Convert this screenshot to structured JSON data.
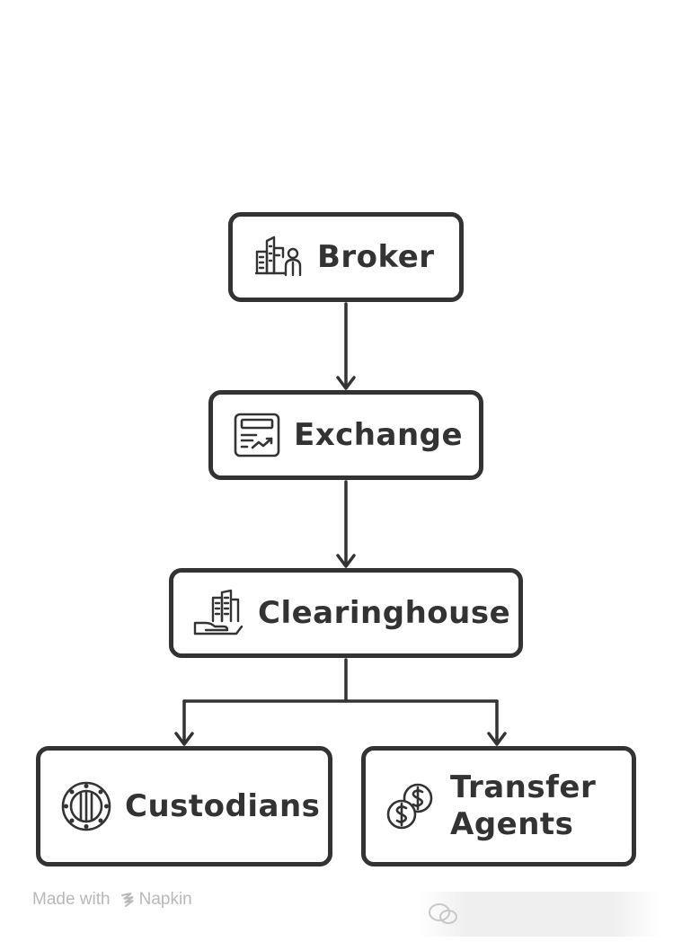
{
  "diagram": {
    "nodes": {
      "broker": {
        "label": "Broker",
        "icon": "broker-building-person-icon"
      },
      "exchange": {
        "label": "Exchange",
        "icon": "exchange-chart-document-icon"
      },
      "clearinghouse": {
        "label": "Clearinghouse",
        "icon": "clearinghouse-buildings-hand-icon"
      },
      "custodians": {
        "label": "Custodians",
        "icon": "vault-icon"
      },
      "transfer_agents": {
        "label": "Transfer Agents",
        "icon": "dollar-coins-icon"
      }
    },
    "edges": [
      {
        "from": "Broker",
        "to": "Exchange"
      },
      {
        "from": "Exchange",
        "to": "Clearinghouse"
      },
      {
        "from": "Clearinghouse",
        "to": "Custodians"
      },
      {
        "from": "Clearinghouse",
        "to": "Transfer Agents"
      }
    ],
    "colors": {
      "stroke": "#333333",
      "background": "#ffffff",
      "footer": "#b9b9b9"
    }
  },
  "footer": {
    "made_with": "Made with",
    "brand": "Napkin"
  }
}
